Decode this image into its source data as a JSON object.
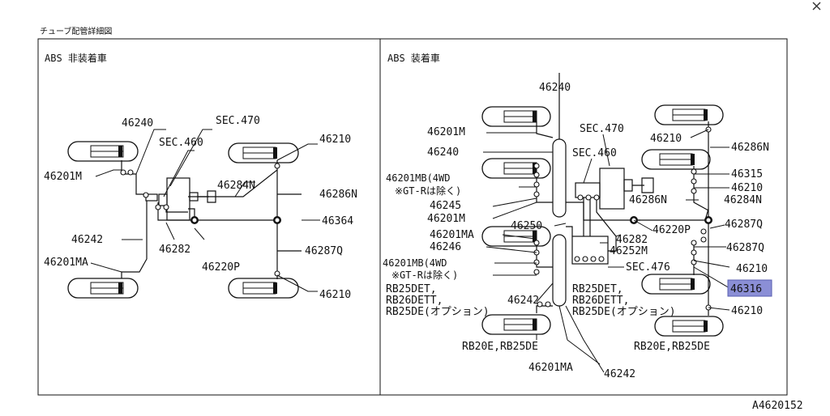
{
  "header": {
    "title": "チューブ配管詳細図",
    "diagram_id": "A4620152"
  },
  "left_panel": {
    "title": "ABS 非装着車",
    "labels": {
      "p46240": "46240",
      "sec470": "SEC.470",
      "sec460": "SEC.460",
      "p46210a": "46210",
      "p46201m": "46201M",
      "p46284n": "46284N",
      "p46286n": "46286N",
      "p46364": "46364",
      "p46242": "46242",
      "p46282": "46282",
      "p46287q": "46287Q",
      "p46201ma": "46201MA",
      "p46220p": "46220P",
      "p46210b": "46210"
    }
  },
  "right_panel": {
    "title": "ABS 装着車",
    "labels": {
      "p46240top": "46240",
      "p46201m": "46201M",
      "sec470": "SEC.470",
      "p46210a": "46210",
      "p46240": "46240",
      "sec460": "SEC.460",
      "p46286n_top": "46286N",
      "p46315": "46315",
      "p46201mb_4wd": "46201MB(4WD",
      "gtr_excl_1": "※GT-Rは除く)",
      "p46210b": "46210",
      "p46286n": "46286N",
      "p46284n": "46284N",
      "p46245": "46245",
      "p46201m_b": "46201M",
      "p46250": "46250",
      "p46220p": "46220P",
      "p46287q_a": "46287Q",
      "p46201ma": "46201MA",
      "p46282": "46282",
      "p46246": "46246",
      "p46252m": "46252M",
      "p46287q_b": "46287Q",
      "p46201mb_4wd_b": "46201MB(4WD",
      "sec476": "SEC.476",
      "gtr_excl_2": "※GT-Rは除く)",
      "p46210c": "46210",
      "rb_left_1": "RB25DET,",
      "rb_left_2": "RB26DETT,",
      "rb_left_3": "RB25DE(オプション)",
      "rb_right_1": "RB25DET,",
      "rb_right_2": "RB26DETT,",
      "rb_right_3": "RB25DE(オプション)",
      "p46316": "46316",
      "p46242a": "46242",
      "p46210d": "46210",
      "rb20e_left": "RB20E,RB25DE",
      "rb20e_right": "RB20E,RB25DE",
      "p46201ma_b": "46201MA",
      "p46242b": "46242"
    }
  },
  "highlight_color": "#8b8fd6"
}
